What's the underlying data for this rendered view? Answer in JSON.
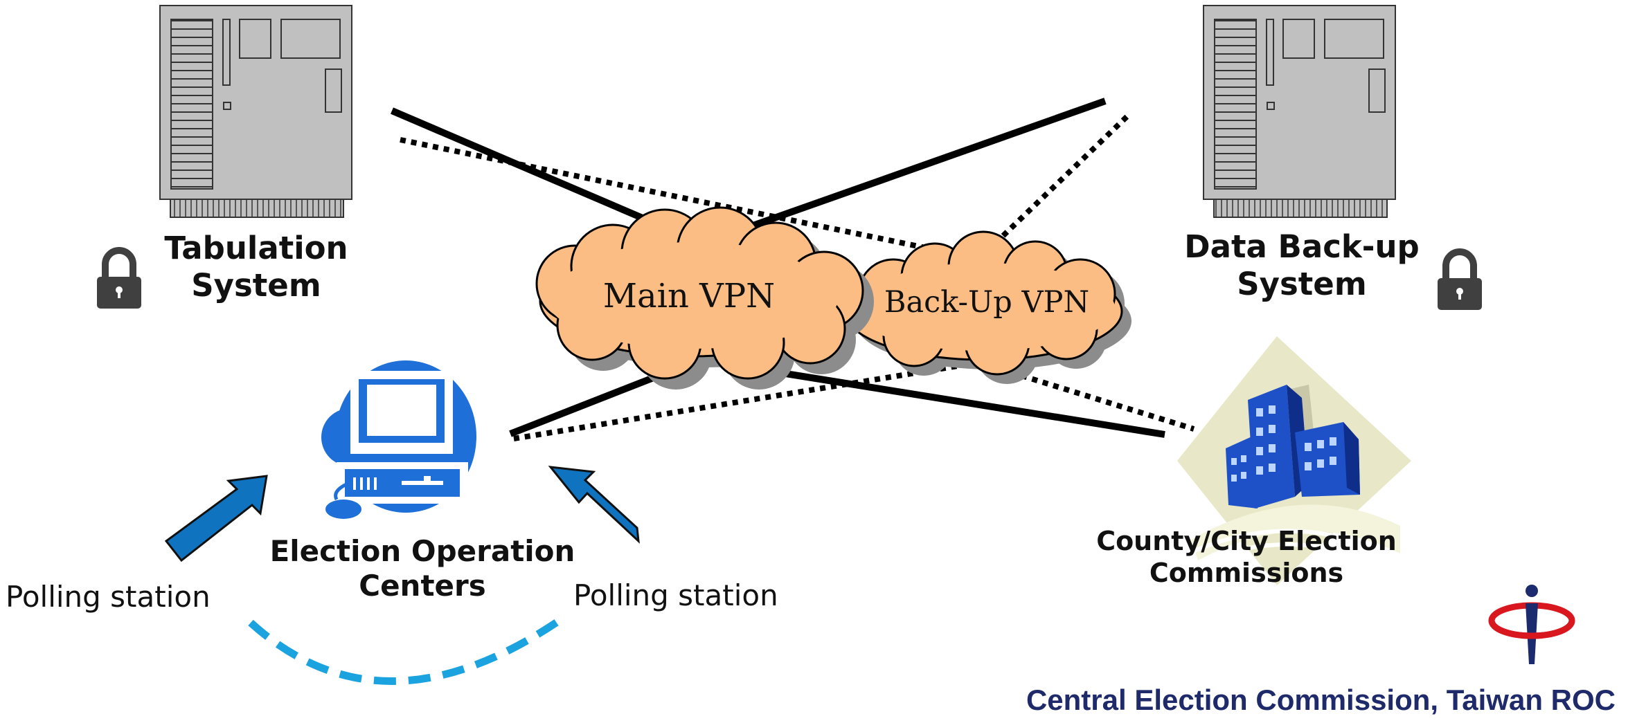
{
  "nodes": {
    "tabulation": {
      "line1": "Tabulation",
      "line2": "System"
    },
    "backup_system": {
      "line1": "Data Back-up",
      "line2": "System"
    },
    "main_vpn": {
      "label": "Main VPN"
    },
    "backup_vpn": {
      "label": "Back-Up VPN"
    },
    "eoc": {
      "line1": "Election Operation",
      "line2": "Centers"
    },
    "county": {
      "line1": "County/City Election",
      "line2": "Commissions"
    },
    "polling_left": {
      "label": "Polling station"
    },
    "polling_right": {
      "label": "Polling station"
    }
  },
  "footer": {
    "text": "Central Election Commission, Taiwan ROC"
  },
  "colors": {
    "cloud": "#fbbd84",
    "cloud_shadow": "#8c8c8c",
    "server": "#c0c0c0",
    "arrow": "#1a73c1",
    "dashed_arc": "#1aa3df",
    "footer": "#1f2a6b",
    "logo_red": "#d8171f",
    "logo_navy": "#1b2b6e"
  },
  "icons": {
    "lock": "lock-icon",
    "server": "server-icon",
    "computer": "computer-icon",
    "building": "building-icon",
    "logo": "cec-logo"
  }
}
